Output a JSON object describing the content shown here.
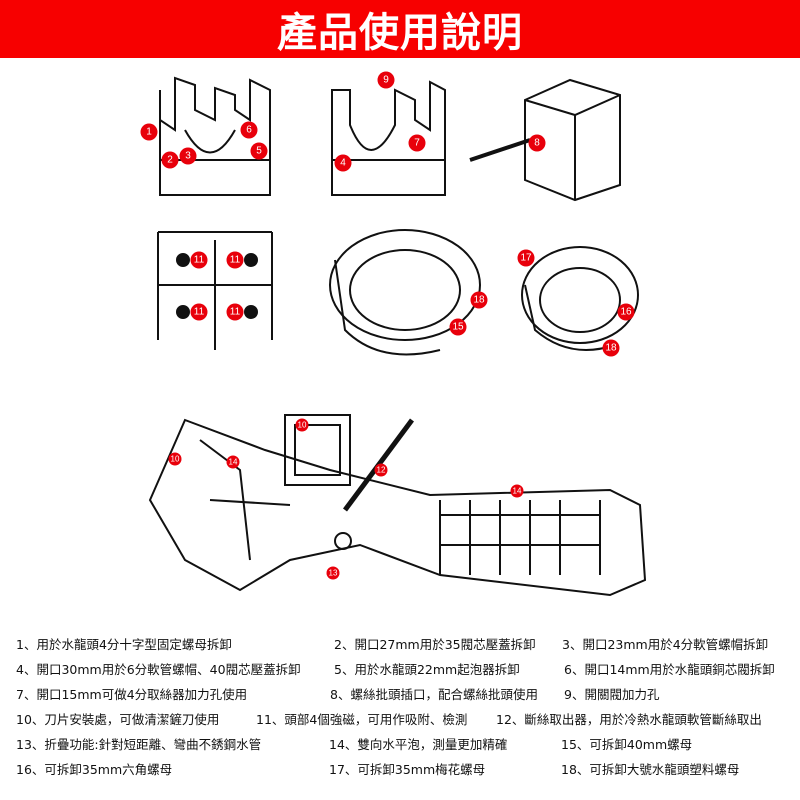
{
  "header": {
    "title": "產品使用說明"
  },
  "markers": [
    "1",
    "2",
    "3",
    "6",
    "5",
    "9",
    "7",
    "4",
    "8",
    "11",
    "11",
    "11",
    "11",
    "18",
    "15",
    "17",
    "16",
    "18",
    "10",
    "10",
    "14",
    "12",
    "14",
    "13"
  ],
  "notes": [
    "1、用於水龍頭4分十字型固定螺母拆卸",
    "2、開口27mm用於35閥芯壓蓋拆卸",
    "3、開口23mm用於4分軟管螺帽拆卸",
    "4、開口30mm用於6分軟管螺帽、40閥芯壓蓋拆卸",
    "5、用於水龍頭22mm起泡器拆卸",
    "6、開口14mm用於水龍頭銅芯閥拆卸",
    "7、開口15mm可做4分取絲器加力孔使用",
    "8、螺絲批頭插口，配合螺絲批頭使用",
    "9、開關閥加力孔",
    "10、刀片安裝處，可做清潔鏟刀使用",
    "11、頭部4個強磁，可用作吸附、檢測",
    "12、斷絲取出器，用於冷熱水龍頭軟管斷絲取出",
    "13、折疊功能:針對短距離、彎曲不銹鋼水管",
    "14、雙向水平泡，測量更加精確",
    "15、可拆卸40mm螺母",
    "16、可拆卸35mm六角螺母",
    "17、可拆卸35mm梅花螺母",
    "18、可拆卸大號水龍頭塑料螺母"
  ]
}
